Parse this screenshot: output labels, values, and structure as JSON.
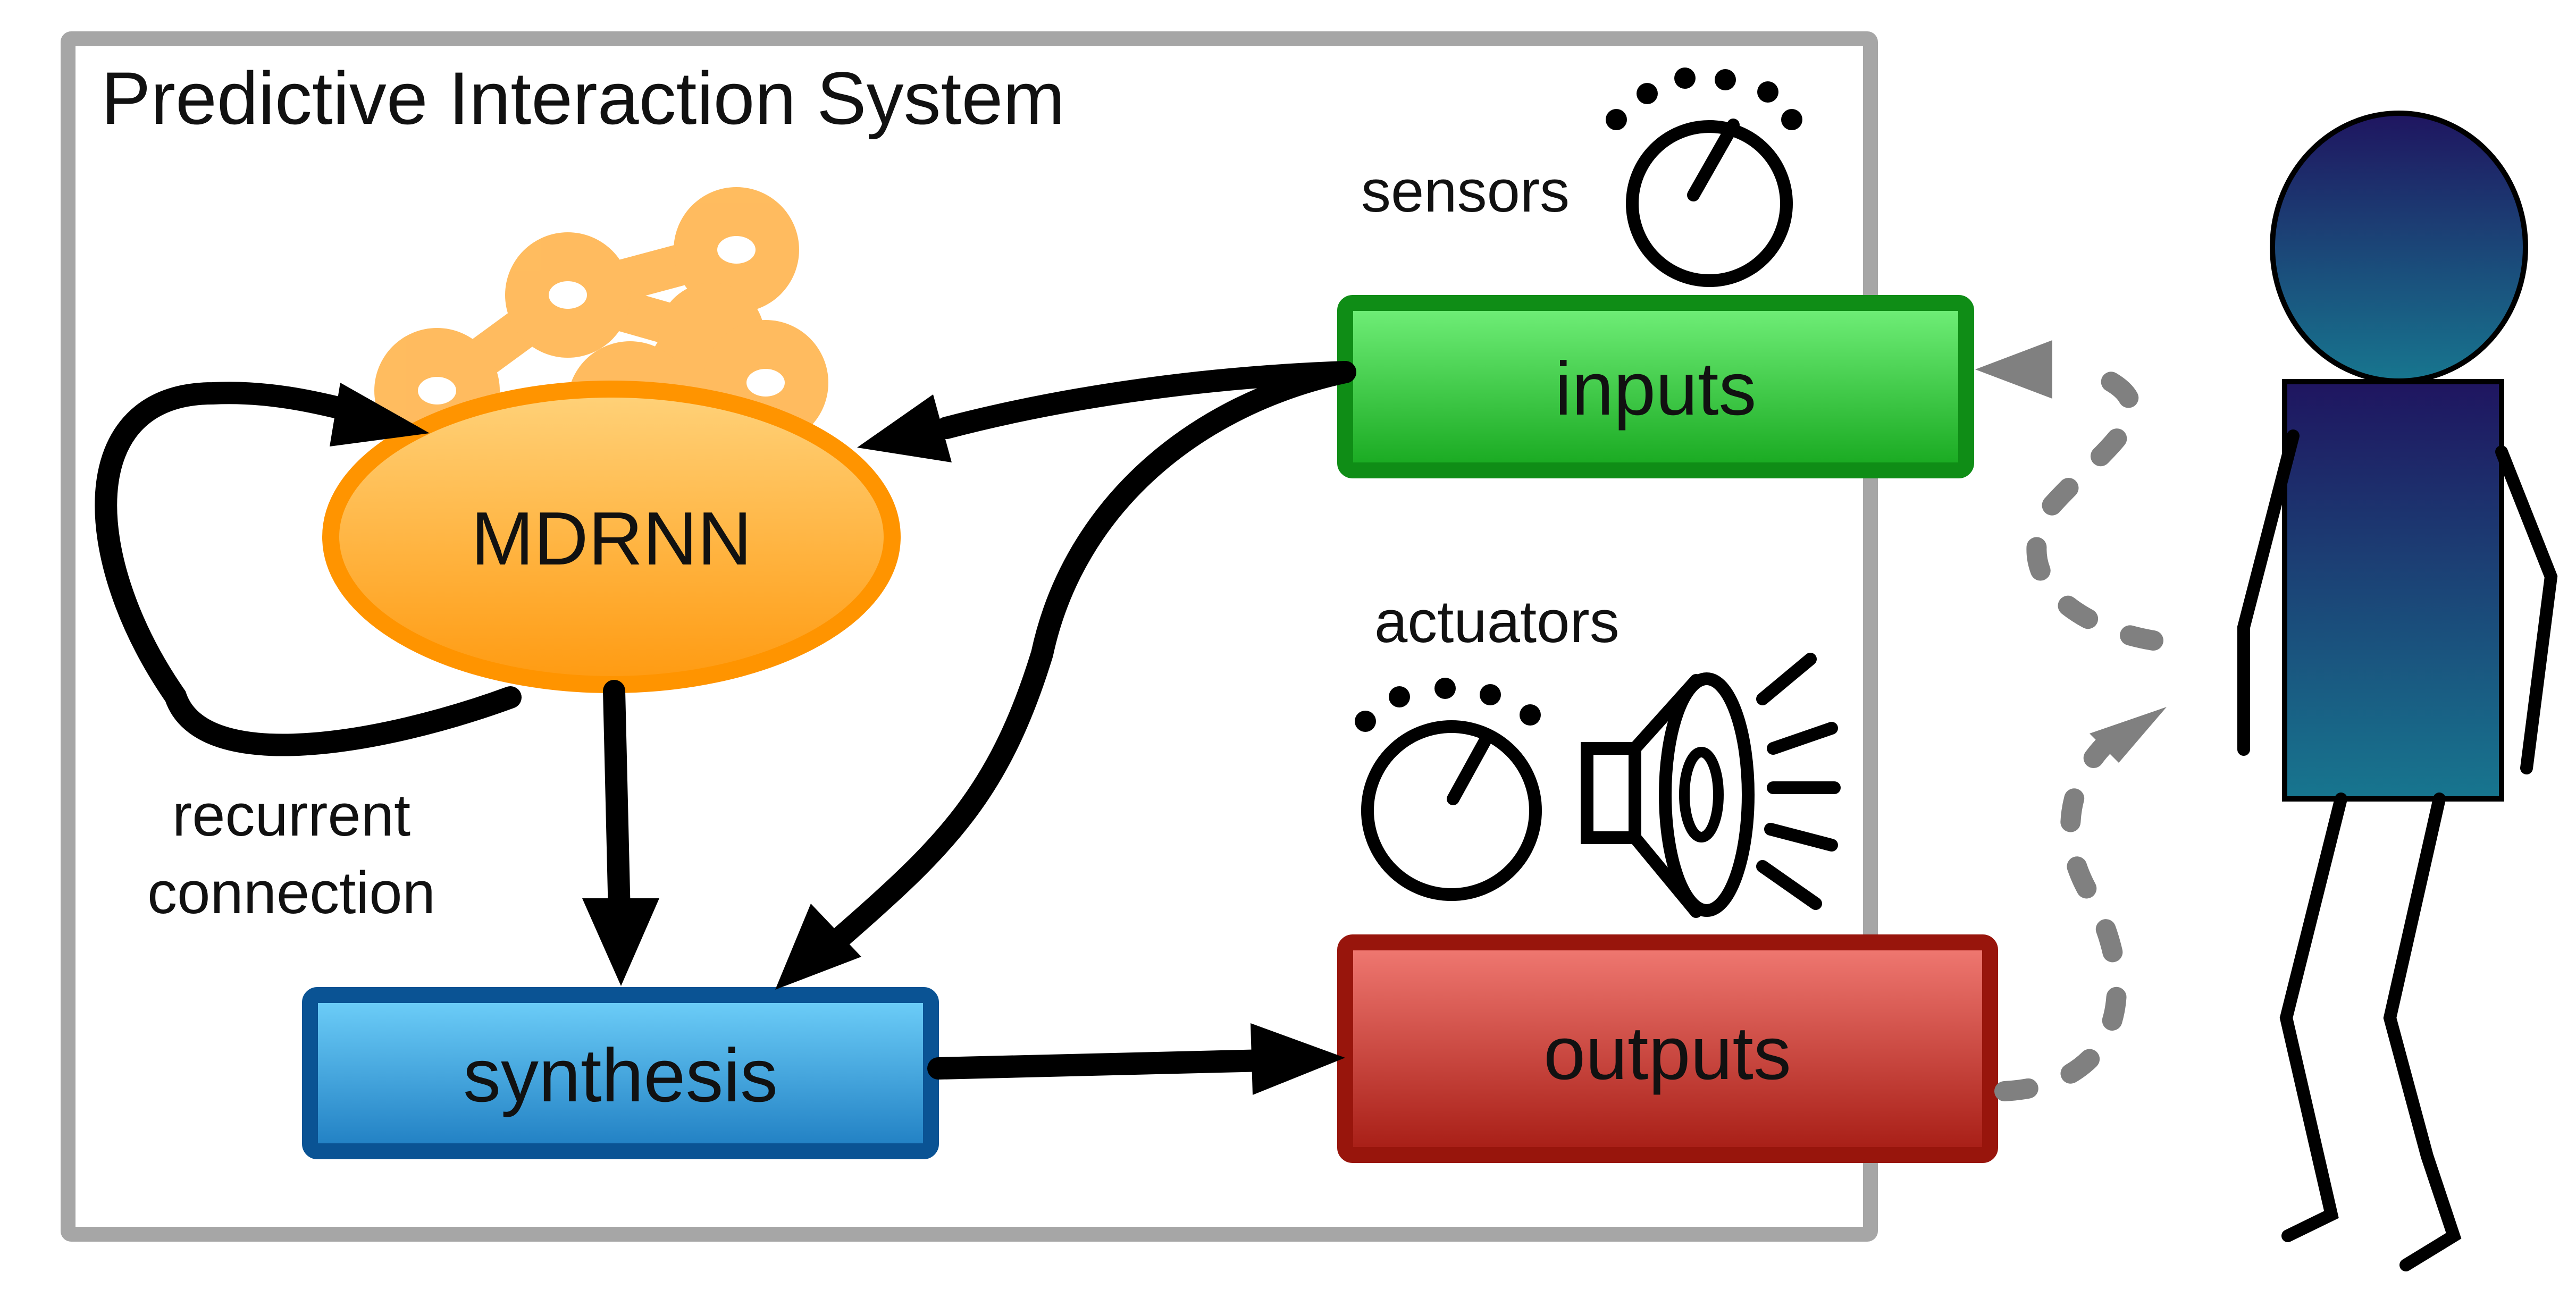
{
  "system": {
    "title": "Predictive Interaction System"
  },
  "nodes": {
    "mdrnn": {
      "label": "MDRNN"
    },
    "inputs": {
      "label": "inputs"
    },
    "synthesis": {
      "label": "synthesis"
    },
    "outputs": {
      "label": "outputs"
    }
  },
  "labels": {
    "sensors": "sensors",
    "actuators": "actuators",
    "recurrent_line1": "recurrent",
    "recurrent_line2": "connection"
  },
  "colors": {
    "frame": "#a6a6a6",
    "mdrnn_fill": "#ffb43a",
    "mdrnn_stroke": "#ff9400",
    "neuron": "#ffad3c",
    "inputs_fill": "#3fcf4a",
    "inputs_stroke": "#0f8d16",
    "synthesis_fill": "#3ea7e0",
    "synthesis_stroke": "#0a5394",
    "outputs_fill": "#d9504a",
    "outputs_stroke": "#98150c",
    "person_top": "#1f1560",
    "person_bottom": "#17768f",
    "interaction_arrow": "#808080"
  },
  "icons": [
    "knob-icon",
    "speaker-icon",
    "person-icon",
    "neural-network-icon"
  ]
}
